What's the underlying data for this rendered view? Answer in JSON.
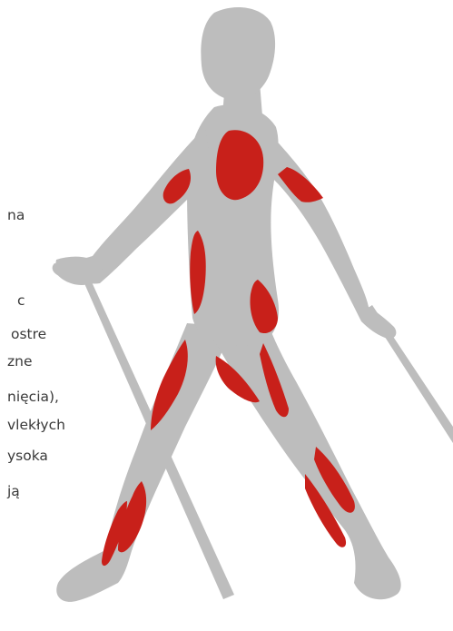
{
  "text_fragments": [
    "na",
    "c",
    "ostre",
    "zne",
    "nięcia),",
    "vlekłych",
    "ysoka",
    "ją"
  ],
  "colors": {
    "background": "#ffffff",
    "silhouette": "#bdbdbd",
    "muscle": "#c8201a",
    "text": "#3a3a3a"
  }
}
